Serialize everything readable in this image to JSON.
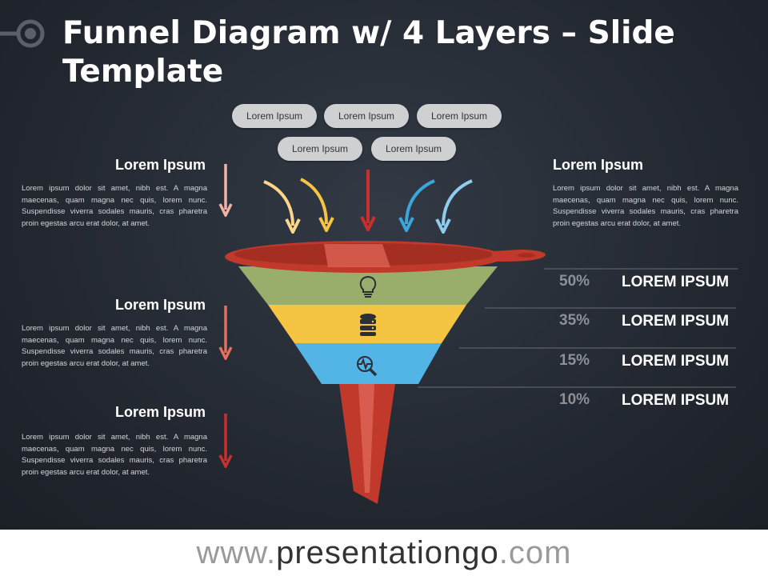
{
  "slide": {
    "title": "Funnel Diagram w/ 4 Layers – Slide Template"
  },
  "inputs": [
    "Lorem Ipsum",
    "Lorem Ipsum",
    "Lorem Ipsum",
    "Lorem Ipsum",
    "Lorem Ipsum"
  ],
  "text_blocks": [
    {
      "title": "Lorem Ipsum",
      "body": "Lorem ipsum dolor sit amet, nibh est. A magna maecenas, quam magna nec quis, lorem nunc. Suspendisse viverra sodales mauris, cras pharetra proin egestas arcu erat dolor, at amet."
    },
    {
      "title": "Lorem Ipsum",
      "body": "Lorem ipsum dolor sit amet, nibh est. A magna maecenas, quam magna nec quis, lorem nunc. Suspendisse viverra sodales mauris, cras pharetra proin egestas arcu erat dolor, at amet."
    },
    {
      "title": "Lorem Ipsum",
      "body": "Lorem ipsum dolor sit amet, nibh est. A magna maecenas, quam magna nec quis, lorem nunc. Suspendisse viverra sodales mauris, cras pharetra proin egestas arcu erat dolor, at amet."
    },
    {
      "title": "Lorem Ipsum",
      "body": "Lorem ipsum dolor sit amet, nibh est. A magna maecenas, quam magna nec quis, lorem nunc. Suspendisse viverra sodales mauris, cras pharetra proin egestas arcu erat dolor, at amet."
    }
  ],
  "layers": [
    {
      "percent": "50%",
      "label": "LOREM IPSUM",
      "color": "#9aae6c",
      "icon": "lightbulb-icon"
    },
    {
      "percent": "35%",
      "label": "LOREM IPSUM",
      "color": "#f6c443",
      "icon": "database-icon"
    },
    {
      "percent": "15%",
      "label": "LOREM IPSUM",
      "color": "#52b5e5",
      "icon": "magnifier-pulse-icon"
    },
    {
      "percent": "10%",
      "label": "LOREM IPSUM",
      "color": "#c0392b"
    }
  ],
  "colors": {
    "funnel_red": "#c0392b",
    "arrow_peach": "#f0b3a6",
    "arrow_salmon": "#e0705f",
    "arrow_red": "#c9302c",
    "arrow_yellow_light": "#fbd688",
    "arrow_yellow": "#f6c443",
    "arrow_blue": "#3ba6dc",
    "arrow_blue_light": "#8fcdef"
  },
  "footer": {
    "prefix": "www.",
    "brand": "presentationgo",
    "suffix": ".com"
  }
}
